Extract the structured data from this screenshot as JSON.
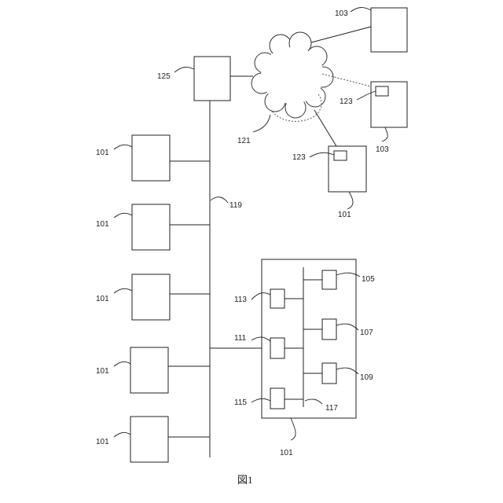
{
  "labels": {
    "server_125": "125",
    "bus_119": "119",
    "network_121": "121",
    "remote_103_top": "103",
    "remote_103_right": "103",
    "remote_123_right": "123",
    "remote_123_mid": "123",
    "remote_101_mid": "101",
    "left_101_a": "101",
    "left_101_b": "101",
    "left_101_c": "101",
    "left_101_d": "101",
    "left_101_e": "101",
    "detail_105": "105",
    "detail_107": "107",
    "detail_109": "109",
    "detail_113": "113",
    "detail_111": "111",
    "detail_115": "115",
    "detail_117": "117",
    "detail_101": "101"
  },
  "caption": "図1"
}
